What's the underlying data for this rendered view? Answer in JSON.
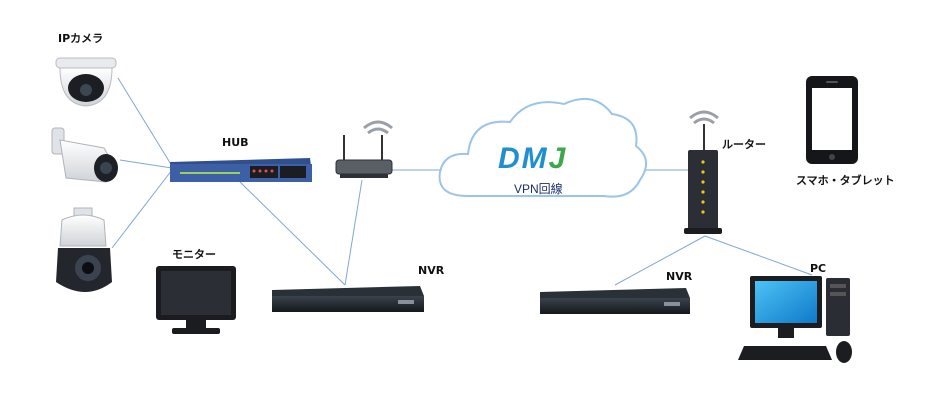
{
  "labels": {
    "ip_camera": "IPカメラ",
    "hub": "HUB",
    "monitor": "モニター",
    "nvr_left": "NVR",
    "nvr_right": "NVR",
    "router": "ルーター",
    "smartphone_tablet": "スマホ・タブレット",
    "pc": "PC",
    "vpn_line": "VPN回線"
  },
  "logo": {
    "main": "DM",
    "accent": "J"
  },
  "colors": {
    "link_line": "#7fa8d6",
    "cloud_stroke": "#9cc4e8",
    "logo_blue": "#1f8fd1",
    "logo_green": "#3aa84b",
    "device_dark": "#1e2228",
    "hub_blue": "#2f4f8f",
    "screen_blue": "#1aa3e8"
  }
}
